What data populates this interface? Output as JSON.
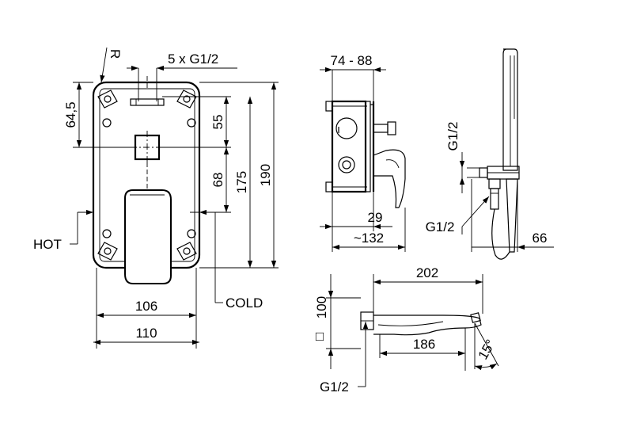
{
  "labels": {
    "r": "R",
    "g_top": "5 x G1/2",
    "d_64_5": "64,5",
    "d_55": "55",
    "d_68": "68",
    "d_175": "175",
    "d_190": "190",
    "hot": "HOT",
    "cold": "COLD",
    "d_106": "106",
    "d_110": "110",
    "d_74_88": "74 - 88",
    "d_29": "29",
    "d_132": "~132",
    "g_side": "G1/2",
    "g_hand": "G1/2",
    "d_66": "66",
    "d_202": "202",
    "d_100": "100",
    "square": "□",
    "d_186": "186",
    "d_15": "15°",
    "g_spout": "G1/2"
  }
}
